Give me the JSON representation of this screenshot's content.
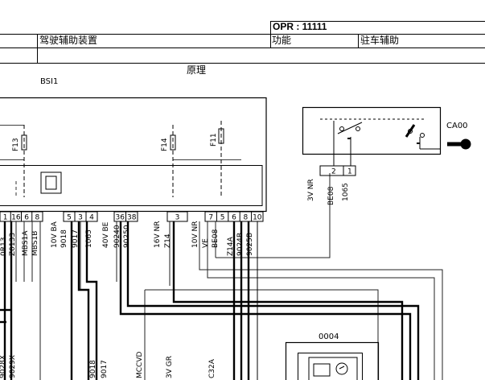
{
  "header": {
    "opr_label": "OPR : 11111",
    "system_label": "驾驶辅助装置",
    "function_label": "功能",
    "function_value": "驻车辅助",
    "section_title": "原理"
  },
  "components": {
    "bsi_label": "BSI1",
    "ca00_label": "CA00",
    "module_0004_label": "0004"
  },
  "fuses": [
    "F13",
    "F14",
    "F11"
  ],
  "bsi_connector": {
    "group_a_pins": [
      "1",
      "16",
      "6",
      "8"
    ],
    "group_b_pins": [
      "5",
      "3",
      "4"
    ],
    "group_c_pins": [
      "36",
      "38"
    ],
    "group_d_pins": [
      "3"
    ],
    "group_e_pins": [
      "7",
      "5",
      "6",
      "8",
      "10"
    ]
  },
  "ca00_connector": {
    "pins": [
      "2",
      "1"
    ]
  },
  "wire_labels": {
    "w_0r13": "0R13",
    "w_z0133": "Z0133",
    "w_mbs1a": "MBS1A",
    "w_mbs1b": "MBS1B",
    "w_10v_ba": "10V BA",
    "w_9018": "9018",
    "w_9017": "9017",
    "w_1065": "1065",
    "w_40v_be": "40V BE",
    "w_90240": "90240",
    "w_90250": "90250",
    "w_16v_nr": "16V NR",
    "w_z14": "Z14",
    "w_10v_nr": "10V NR",
    "w_ve": "VE",
    "w_be08": "BE08",
    "w_z14a": "Z14A",
    "w_9024b": "9024B",
    "w_9025b": "9025B",
    "w_3v_nr": "3V NR",
    "w_be08_ca": "BE08",
    "w_1065_ca": "1065",
    "w_9028x": "9028X",
    "w_9029x": "9029X",
    "w_9018_b": "9018",
    "w_9017_b": "9017",
    "w_mccvd": "MCCVD",
    "w_3v_gr": "3V GR",
    "w_c32a": "C32A"
  },
  "colors": {
    "line": "#000000",
    "wire": "#222222",
    "background": "#ffffff"
  }
}
